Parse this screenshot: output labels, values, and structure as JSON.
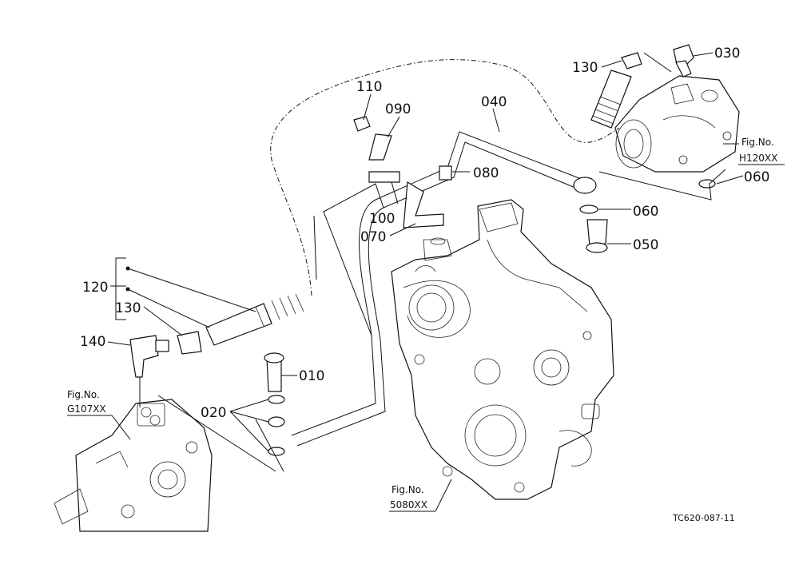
{
  "callouts": [
    {
      "id": "p030",
      "label": "030"
    },
    {
      "id": "p130a",
      "label": "130"
    },
    {
      "id": "p040",
      "label": "040"
    },
    {
      "id": "p110",
      "label": "110"
    },
    {
      "id": "p090",
      "label": "090"
    },
    {
      "id": "p080",
      "label": "080"
    },
    {
      "id": "p060a",
      "label": "060"
    },
    {
      "id": "p060b",
      "label": "060"
    },
    {
      "id": "p050",
      "label": "050"
    },
    {
      "id": "p100",
      "label": "100"
    },
    {
      "id": "p070",
      "label": "070"
    },
    {
      "id": "p120",
      "label": "120"
    },
    {
      "id": "p130b",
      "label": "130"
    },
    {
      "id": "p140",
      "label": "140"
    },
    {
      "id": "p010",
      "label": "010"
    },
    {
      "id": "p020",
      "label": "020"
    }
  ],
  "figure_refs": [
    {
      "id": "h120",
      "prefix": "Fig.No.",
      "code": "H120XX"
    },
    {
      "id": "g107",
      "prefix": "Fig.No.",
      "code": "G107XX"
    },
    {
      "id": "s5080",
      "prefix": "Fig.No.",
      "code": "5080XX"
    }
  ],
  "drawing_code": "TC620-087-11"
}
